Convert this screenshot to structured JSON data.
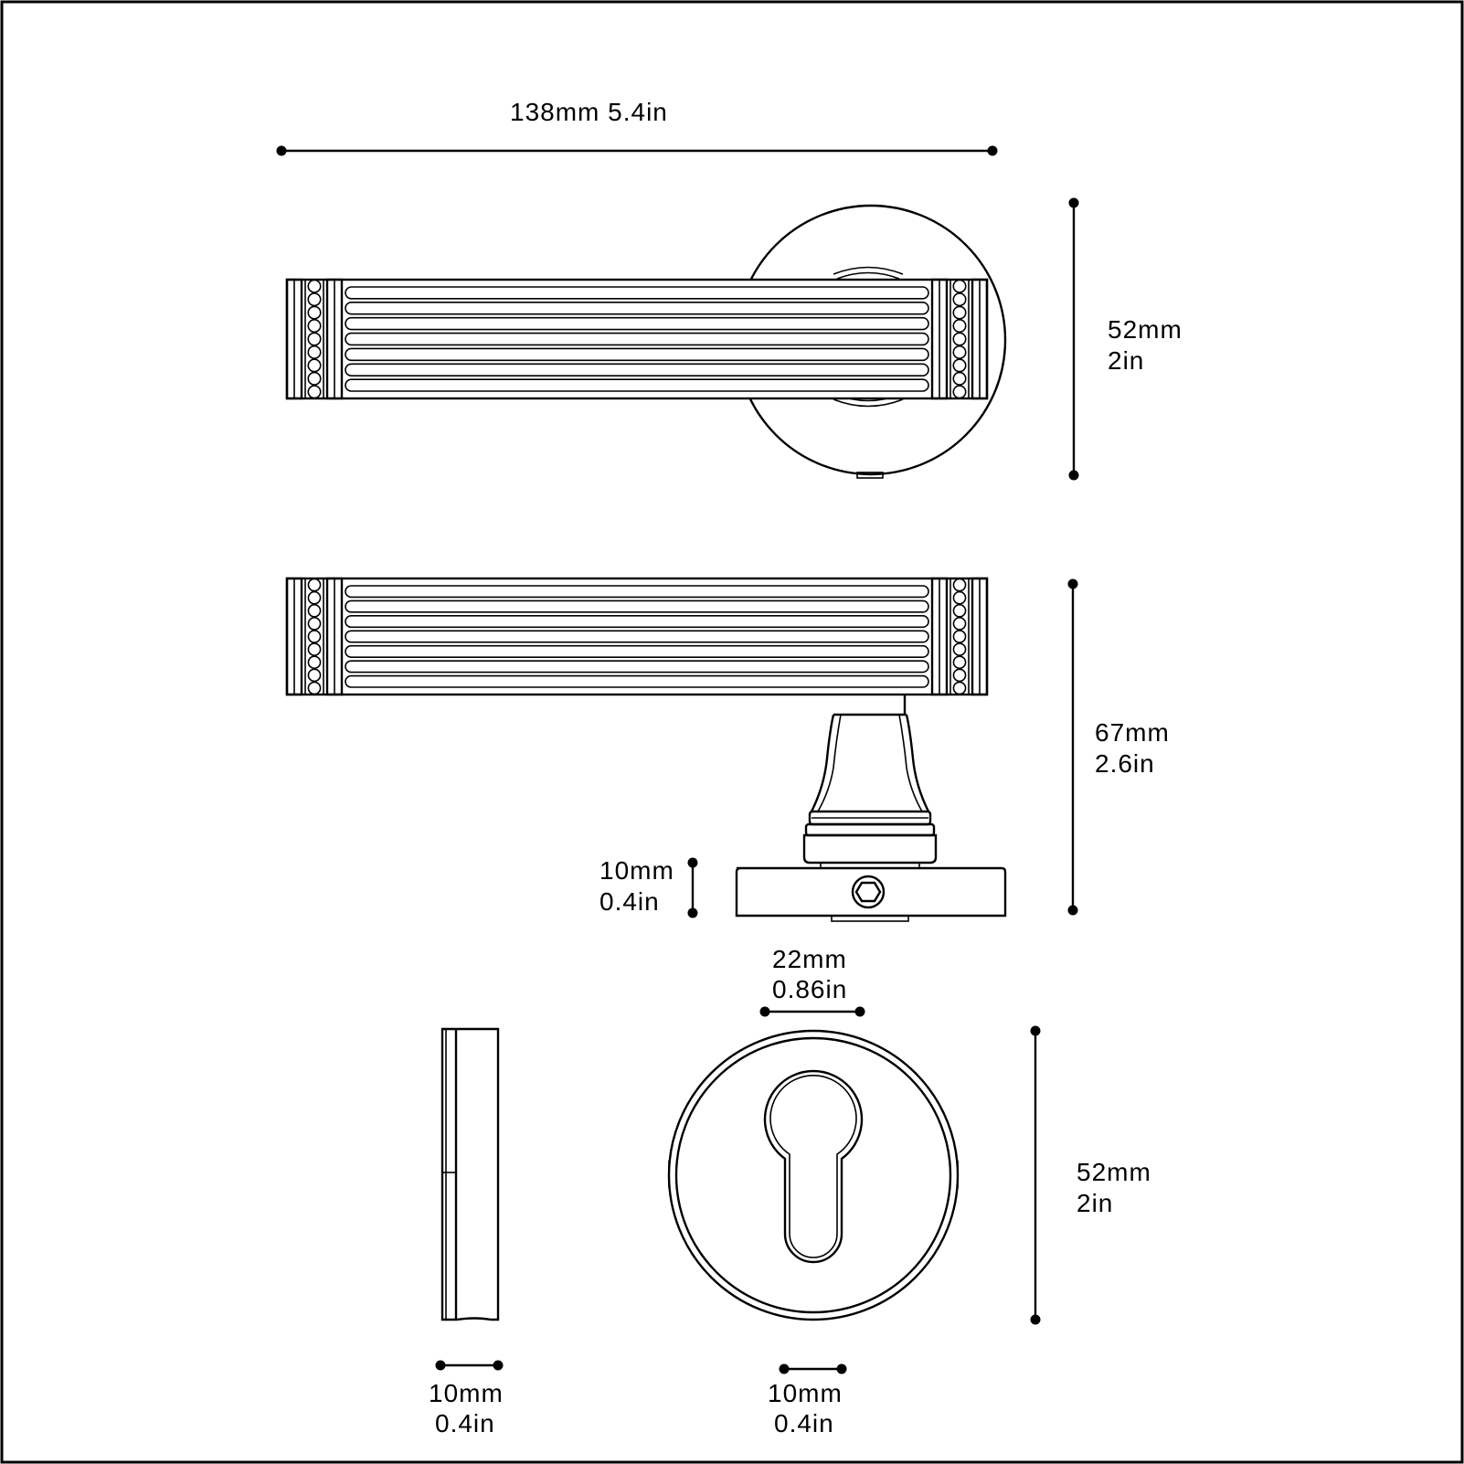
{
  "dimensions": {
    "overall_length": "138mm 5.4in",
    "front_view_height": {
      "mm": "52mm",
      "in": "2in"
    },
    "side_view_height": {
      "mm": "67mm",
      "in": "2.6in"
    },
    "rose_thickness": {
      "mm": "10mm",
      "in": "0.4in"
    },
    "cylinder_width": {
      "mm": "22mm",
      "in": "0.86in"
    },
    "escutcheon_diameter": {
      "mm": "52mm",
      "in": "2in"
    },
    "escutcheon_side_thickness": {
      "mm": "10mm",
      "in": "0.4in"
    },
    "escutcheon_slot_width": {
      "mm": "10mm",
      "in": "0.4in"
    }
  },
  "colors": {
    "line": "#000000",
    "background": "#ffffff"
  }
}
